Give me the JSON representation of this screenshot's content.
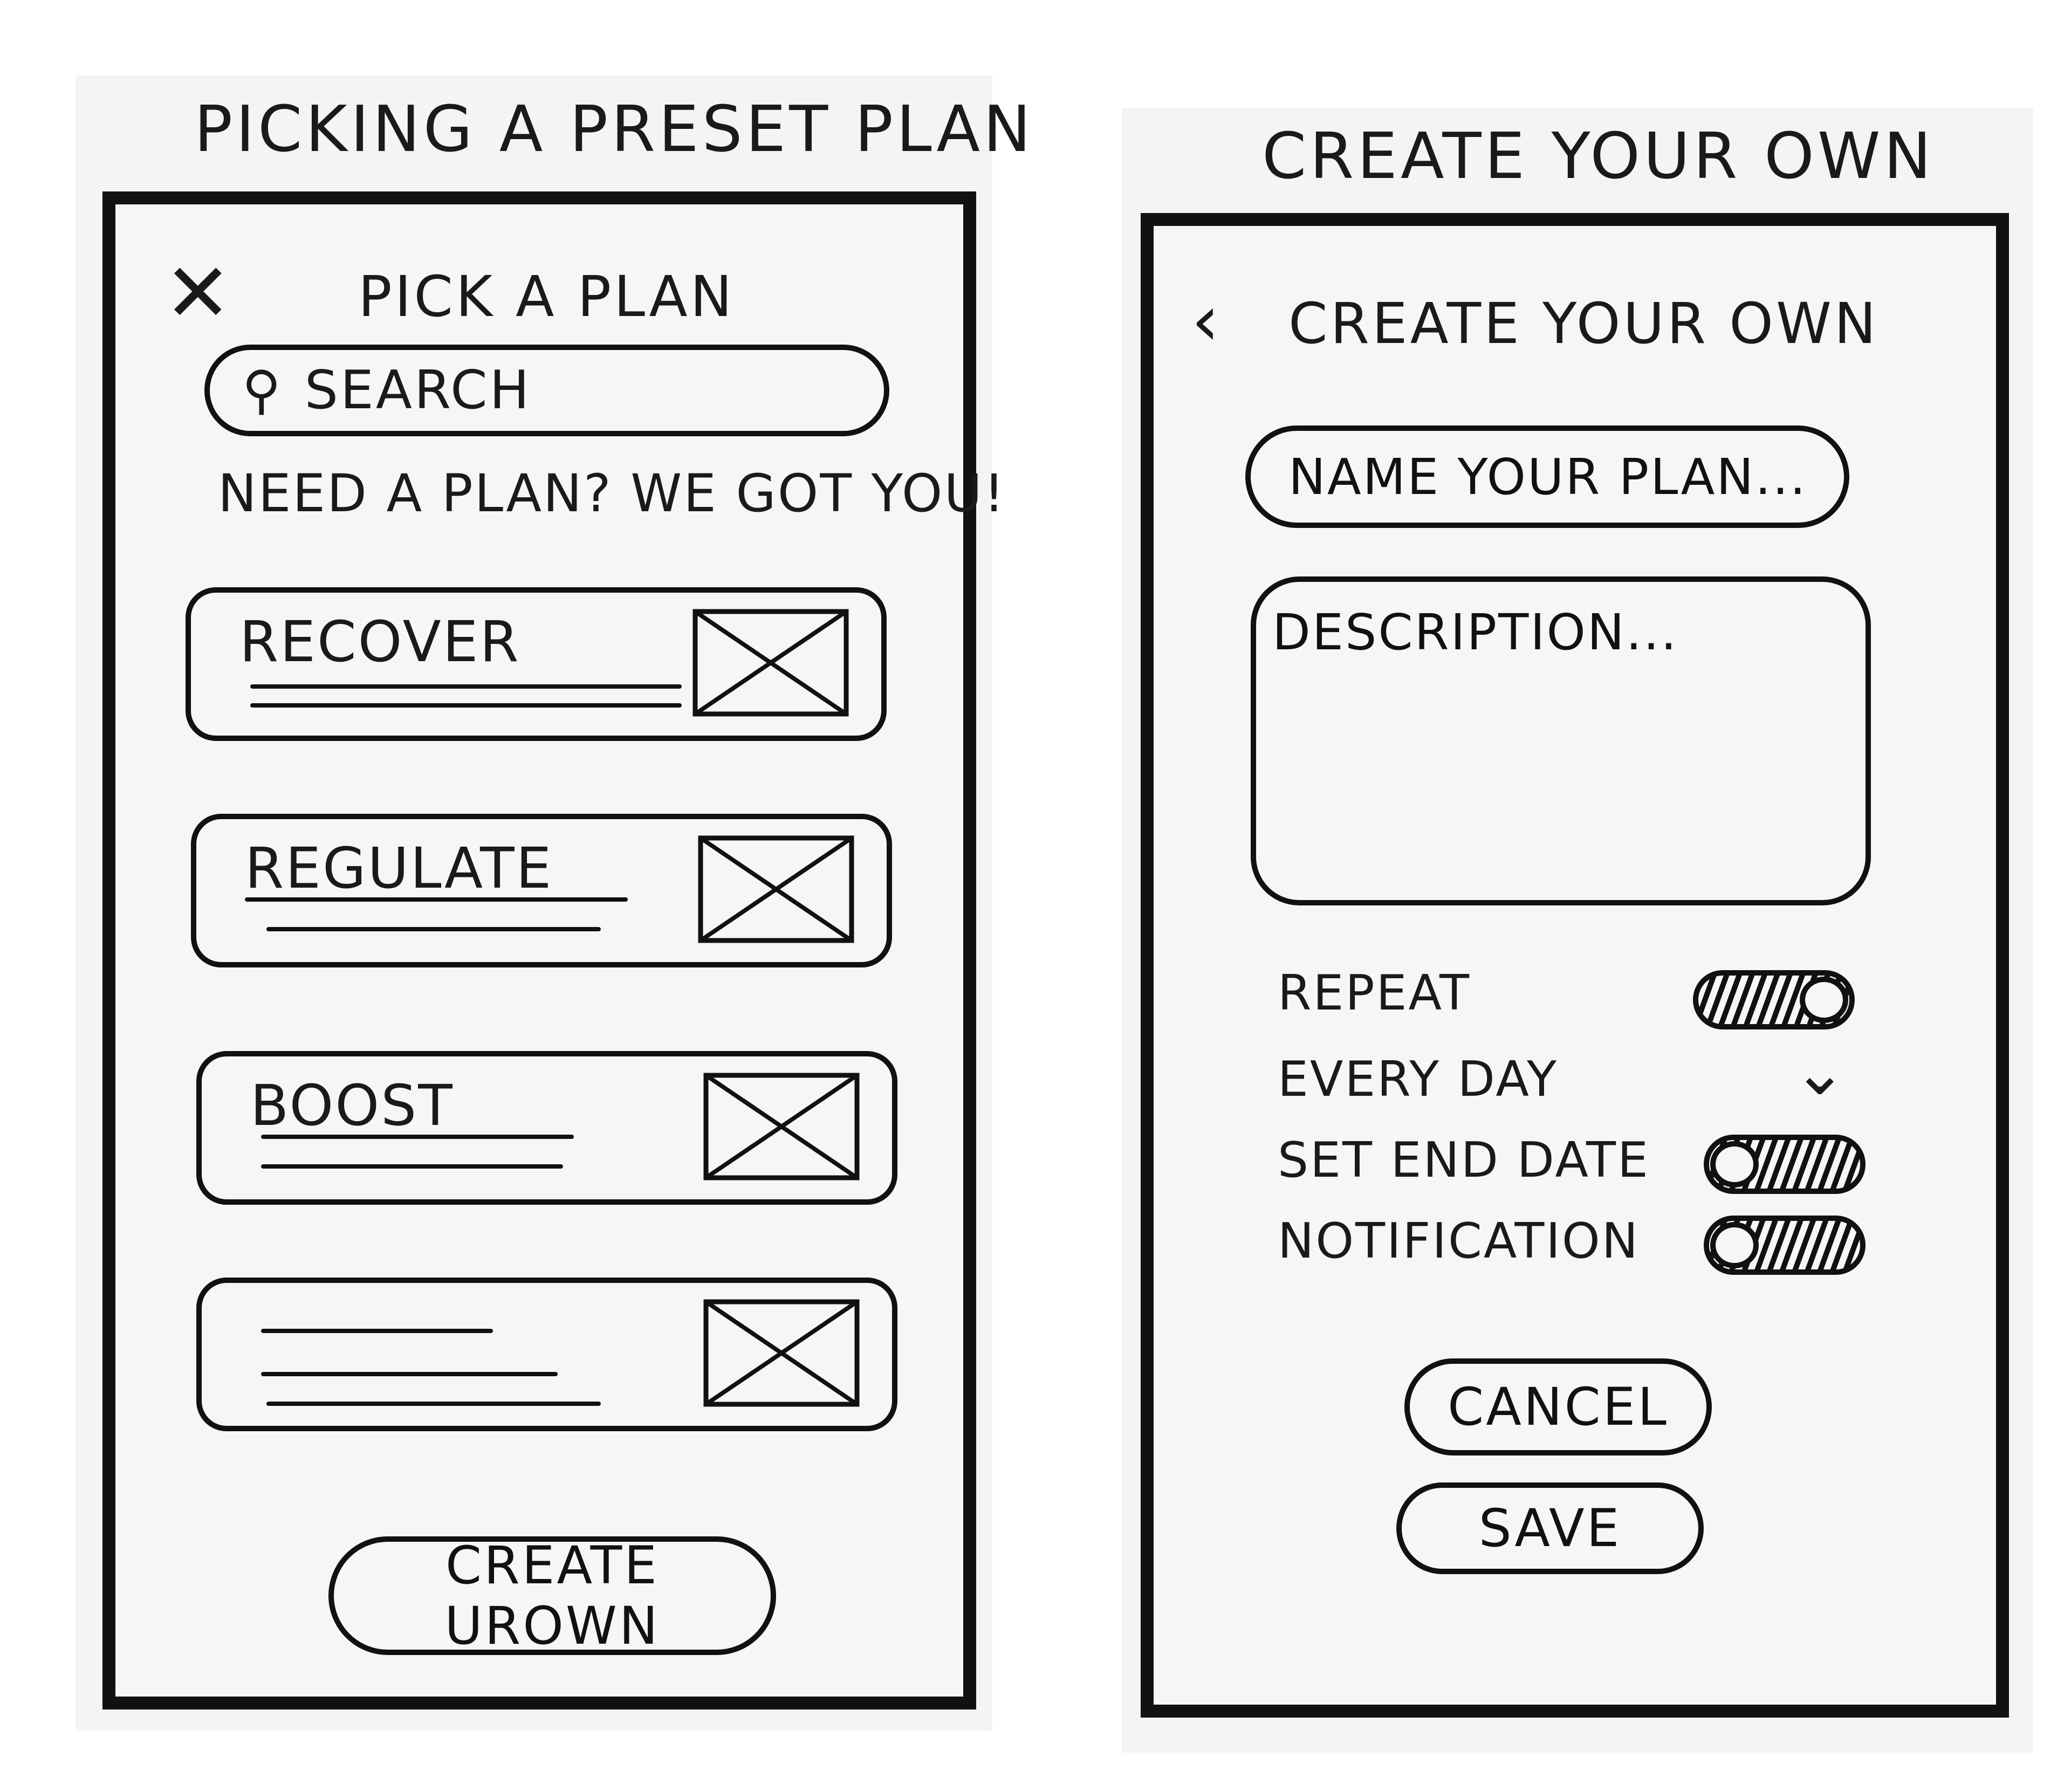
{
  "left": {
    "heading": "PICKING A PRESET PLAN",
    "screen_title": "PICK A PLAN",
    "close_icon": "close-icon",
    "search_placeholder": "SEARCH",
    "tagline": "NEED A PLAN? WE GOT YOU!",
    "plans": [
      {
        "label": "RECOVER"
      },
      {
        "label": "REGULATE"
      },
      {
        "label": "BOOST"
      },
      {
        "label": ""
      }
    ],
    "create_button": "CREATE URown"
  },
  "right": {
    "heading": "CREATE YOUR OWN",
    "screen_title": "CREATE YOUR OWN",
    "back_icon": "chevron-left-icon",
    "name_placeholder": "NAME YOUR PLAN...",
    "description_placeholder": "DESCRIPTION...",
    "repeat_label": "REPEAT",
    "repeat_on": true,
    "frequency_value": "EVERY DAY",
    "end_date_label": "SET END DATE",
    "end_date_on": false,
    "notification_label": "NOTIFICATION",
    "notification_on": false,
    "cancel_button": "CANCEL",
    "save_button": "SAVE"
  }
}
